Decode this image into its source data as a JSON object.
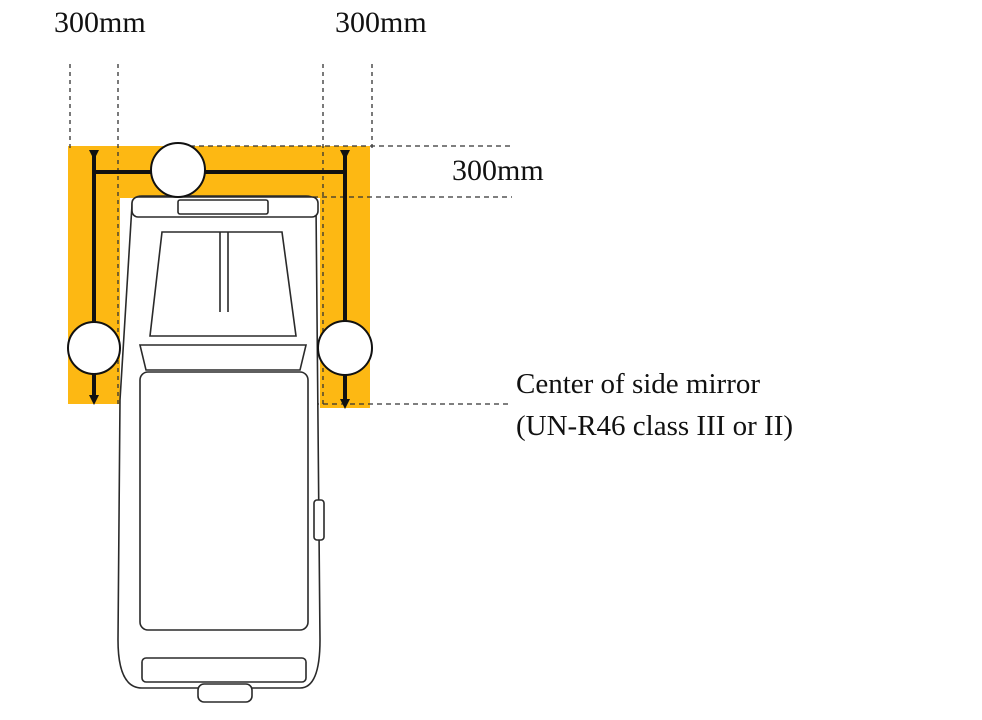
{
  "dimensions": {
    "left_width": "300mm",
    "right_width": "300mm",
    "front_depth": "300mm"
  },
  "annotation": {
    "line1": "Center of side mirror",
    "line2": "(UN-R46 class III or II)"
  },
  "colors": {
    "zone_fill": "#FDB813",
    "ink": "#111111",
    "vehicle_outline": "#2a2a2a"
  }
}
